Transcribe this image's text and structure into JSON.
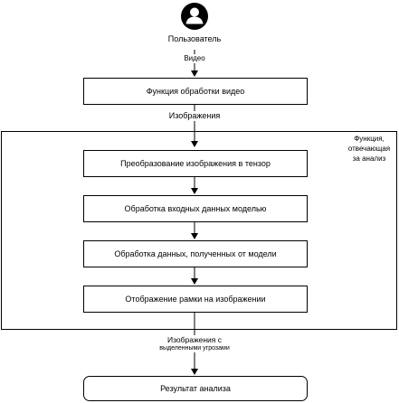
{
  "user": {
    "label": "Пользователь",
    "icon": "user-icon"
  },
  "edges": {
    "video": "Видео",
    "images": "Изображения",
    "threat_images_1": "Изображения с",
    "threat_images_2": "выделенными угрозами"
  },
  "steps": {
    "video_processing": "Функция обработки видео",
    "to_tensor": "Преобразование изображения в тензор",
    "model_input": "Обработка входных данных моделью",
    "model_output": "Обработка данных, полученных от модели",
    "draw_box": "Отображение рамки на изображении",
    "result": "Результат анализа"
  },
  "group": {
    "label_1": "Функция,",
    "label_2": "отвечающая",
    "label_3": "за анализ"
  }
}
